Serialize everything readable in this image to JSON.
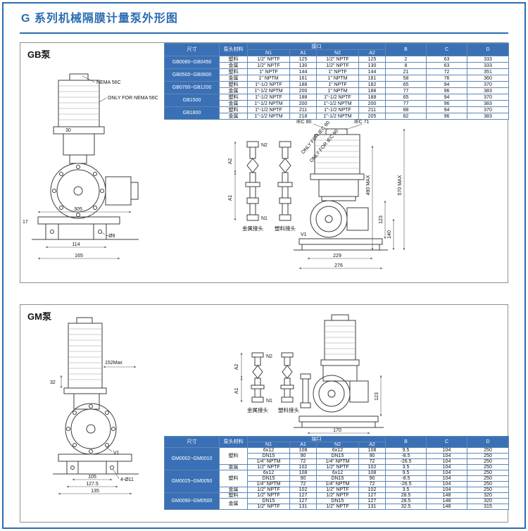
{
  "page": {
    "title": "G 系列机械隔膜计量泵外形图"
  },
  "colors": {
    "accent": "#2b6cb0",
    "table_header": "#3a70b5",
    "table_border": "#5f86b5"
  },
  "gb": {
    "label": "GB泵",
    "table": {
      "headers": {
        "size": "尺寸",
        "material": "泵头材料",
        "port": "接口",
        "n1": "N1",
        "a1": "A1",
        "n2": "N2",
        "a2": "A2",
        "b": "B",
        "c": "C",
        "d": "D"
      },
      "rows": [
        {
          "model": "GB0080~GB0450",
          "subs": [
            {
              "material": "塑料",
              "cells": [
                "1/2\" NPTF",
                "125",
                "1/2\" NPTF",
                "125",
                "2",
                "63",
                "333"
              ]
            },
            {
              "material": "金属",
              "cells": [
                "1/2\" NPTF",
                "130",
                "1/2\" NPTF",
                "130",
                "8",
                "63",
                "333"
              ]
            }
          ]
        },
        {
          "model": "GB0500~GB0600",
          "subs": [
            {
              "material": "塑料",
              "cells": [
                "1\" NPTF",
                "144",
                "1\" NPTF",
                "144",
                "21",
                "72",
                "351"
              ]
            },
            {
              "material": "金属",
              "cells": [
                "1\" NPTM",
                "161",
                "1\" NPTM",
                "181",
                "58",
                "76",
                "360"
              ]
            }
          ]
        },
        {
          "model": "GB0700~GB1200",
          "subs": [
            {
              "material": "塑料",
              "cells": [
                "1\"-1/2 NPTF",
                "188",
                "1\" NPTF",
                "182",
                "65",
                "94",
                "370"
              ]
            },
            {
              "material": "金属",
              "cells": [
                "1\"-1/2 NPTM",
                "200",
                "1\" NPTM",
                "188",
                "77",
                "96",
                "383"
              ]
            }
          ]
        },
        {
          "model": "GB1500",
          "subs": [
            {
              "material": "塑料",
              "cells": [
                "1\"-1/2 NPTF",
                "188",
                "1\"-1/2 NPTF",
                "188",
                "65",
                "94",
                "370"
              ]
            },
            {
              "material": "金属",
              "cells": [
                "1\"-1/2 NPTM",
                "200",
                "1\"-1/2 NPTM",
                "200",
                "77",
                "96",
                "383"
              ]
            }
          ]
        },
        {
          "model": "GB1800",
          "subs": [
            {
              "material": "塑料",
              "cells": [
                "1\"-1/2 NPTF",
                "211",
                "1\"-1/2 NPTF",
                "211",
                "88",
                "94",
                "370"
              ]
            },
            {
              "material": "金属",
              "cells": [
                "1\"-1/2 NPTM",
                "218",
                "1\"-1/2 NPTM",
                "205",
                "82",
                "96",
                "383"
              ]
            }
          ]
        }
      ]
    },
    "drawing": {
      "nema": "NEMA 56C",
      "only_nema": "ONLY FOR NEMA 56C",
      "dim_30": "30",
      "dim_17": "17",
      "dim_305": "305",
      "dim_114": "114",
      "dim_165": "165",
      "hole_callout": "~Ø9",
      "n1": "N1",
      "n2": "N2",
      "a1": "A1",
      "a2": "A2",
      "metal_joint": "金属接头",
      "plastic_joint": "塑料接头",
      "iec80": "IEC 80",
      "iec71": "IEC 71",
      "only_iec80": "ONLY FOR IEC 80",
      "only_iec90": "ONLY FOR IEC 90",
      "max490": "490 MAX",
      "max570": "570 MAX",
      "dim_229": "229",
      "dim_276": "276",
      "dim_123": "123",
      "dim_140": "140",
      "v1": "V1"
    }
  },
  "gm": {
    "label": "GM泵",
    "table": {
      "headers": {
        "size": "尺寸",
        "material": "泵头材料",
        "port": "接口",
        "n1": "N1",
        "a1": "A1",
        "n2": "N2",
        "a2": "A2",
        "b": "B",
        "c": "C",
        "d": "D"
      },
      "rows": [
        {
          "model": "GM0002~GM0010",
          "subs": [
            {
              "material": "塑料",
              "material_span": 3,
              "cells": [
                "6x12",
                "108",
                "6x12",
                "108",
                "9.5",
                "104",
                "250"
              ]
            },
            {
              "cells": [
                "DN15",
                "90",
                "DN15",
                "90",
                "-8.5",
                "104",
                "250"
              ]
            },
            {
              "cells": [
                "1/4\" NPTM",
                "72",
                "1/4\" NPTM",
                "72",
                "-26.5",
                "104",
                "250"
              ]
            },
            {
              "material": "金属",
              "cells": [
                "1/2\" NPTF",
                "102",
                "1/2\" NPTF",
                "102",
                "3.5",
                "104",
                "250"
              ]
            }
          ]
        },
        {
          "model": "GM0025~GM0050",
          "subs": [
            {
              "material": "塑料",
              "material_span": 3,
              "cells": [
                "6x12",
                "108",
                "6x12",
                "108",
                "9.5",
                "104",
                "250"
              ]
            },
            {
              "cells": [
                "DN15",
                "90",
                "DN15",
                "90",
                "-8.5",
                "104",
                "250"
              ]
            },
            {
              "cells": [
                "1/4\" NPTM",
                "72",
                "1/4\" NPTM",
                "72",
                "-26.5",
                "104",
                "250"
              ]
            },
            {
              "material": "金属",
              "cells": [
                "1/2\" NPTF",
                "102",
                "1/2\" NPTF",
                "102",
                "3.5",
                "104",
                "250"
              ]
            }
          ]
        },
        {
          "model": "GM0090~GM0500",
          "subs": [
            {
              "material": "塑料",
              "cells": [
                "1/2\" NPTF",
                "127",
                "1/2\" NPTF",
                "127",
                "28.5",
                "148",
                "320"
              ]
            },
            {
              "material": "金属",
              "material_span": 2,
              "cells": [
                "DN15",
                "127",
                "DN15",
                "127",
                "28.5",
                "148",
                "320"
              ]
            },
            {
              "cells": [
                "1/2\" NPTF",
                "131",
                "1/2\" NPTF",
                "131",
                "32.5",
                "148",
                "315"
              ]
            }
          ]
        }
      ]
    },
    "drawing": {
      "dim_152": "152Max",
      "dim_32": "32",
      "dim_105": "105",
      "dim_127_5": "127.5",
      "dim_135": "135",
      "holes": "4-Ø11",
      "v1": "V1",
      "n1": "N1",
      "n2": "N2",
      "a1": "A1",
      "a2": "A2",
      "metal_joint": "金属接头",
      "plastic_joint": "塑料接头",
      "dim_170": "170",
      "dim_123": "123"
    }
  }
}
